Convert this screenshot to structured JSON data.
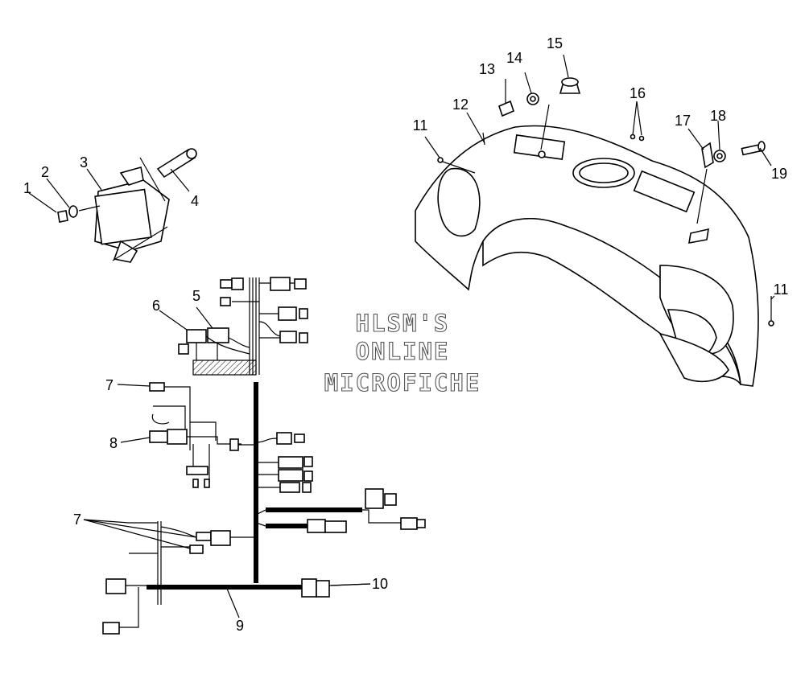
{
  "callouts": [
    "1",
    "2",
    "3",
    "4",
    "5",
    "6",
    "7",
    "8",
    "9",
    "10",
    "11",
    "12",
    "13",
    "14",
    "15",
    "16",
    "17",
    "18",
    "19",
    "7",
    "11"
  ],
  "watermark": [
    "HLSM'S",
    "ONLINE",
    "MICROFICHE"
  ]
}
